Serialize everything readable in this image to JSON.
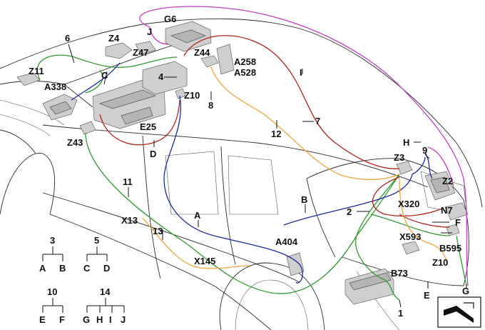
{
  "colors": {
    "green": "#2e9a2e",
    "blue": "#1c2aa0",
    "red": "#b4221c",
    "orange": "#f0a53a",
    "magenta": "#c23fc2"
  },
  "component_labels": {
    "G6": "G6",
    "J": "J",
    "Z4": "Z4",
    "Z47": "Z47",
    "Z11": "Z11",
    "C": "C",
    "A338": "A338",
    "4": "4",
    "Z44": "Z44",
    "A258": "A258",
    "A528": "A528",
    "I": "I",
    "Z10_top": "Z10",
    "8": "8",
    "E25": "E25",
    "7": "7",
    "12": "12",
    "D": "D",
    "Z43": "Z43",
    "H": "H",
    "9": "9",
    "Z3": "Z3",
    "Z2": "Z2",
    "11": "11",
    "B": "B",
    "X320": "X320",
    "2": "2",
    "N7": "N7",
    "F": "F",
    "X13": "X13",
    "A": "A",
    "13": "13",
    "A404": "A404",
    "X593": "X593",
    "B595": "B595",
    "X145": "X145",
    "Z10_bottom": "Z10",
    "B73": "B73",
    "E": "E",
    "G": "G",
    "1": "1",
    "6": "6"
  },
  "legend": {
    "tree3": {
      "root": "3",
      "leaves": [
        "A",
        "B"
      ]
    },
    "tree5": {
      "root": "5",
      "leaves": [
        "C",
        "D"
      ]
    },
    "tree10": {
      "root": "10",
      "leaves": [
        "E",
        "F"
      ]
    },
    "tree14": {
      "root": "14",
      "leaves": [
        "G",
        "H",
        "I",
        "J"
      ]
    }
  },
  "icons": {
    "view_direction": "view-direction-icon"
  }
}
